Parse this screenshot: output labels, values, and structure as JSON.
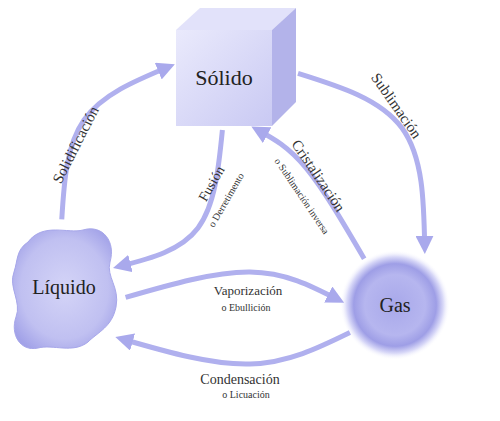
{
  "diagram": {
    "nodes": [
      {
        "text": [
          "Sólido"
        ]
      },
      {
        "text": [
          "Líquido"
        ]
      },
      {
        "text": [
          "Gas"
        ]
      }
    ],
    "edges": [
      {
        "from": 1,
        "to": 0,
        "arrow": "to",
        "label": "Solidificación"
      },
      {
        "from": 0,
        "to": 1,
        "arrow": "to",
        "label": "Fusión"
      },
      {
        "from": 0,
        "to": 2,
        "arrow": "to",
        "label": "Sublimación"
      },
      {
        "from": 2,
        "to": 0,
        "arrow": "to",
        "label": "Cristalización"
      },
      {
        "from": 1,
        "to": 2,
        "arrow": "to",
        "label": "Vaporización"
      },
      {
        "from": 2,
        "to": 1,
        "arrow": "to",
        "label": "Condensación"
      }
    ],
    "labels": [
      "o Derretimento",
      "o Sublimación inversa",
      "o Ebullición",
      "o Licuación"
    ]
  }
}
